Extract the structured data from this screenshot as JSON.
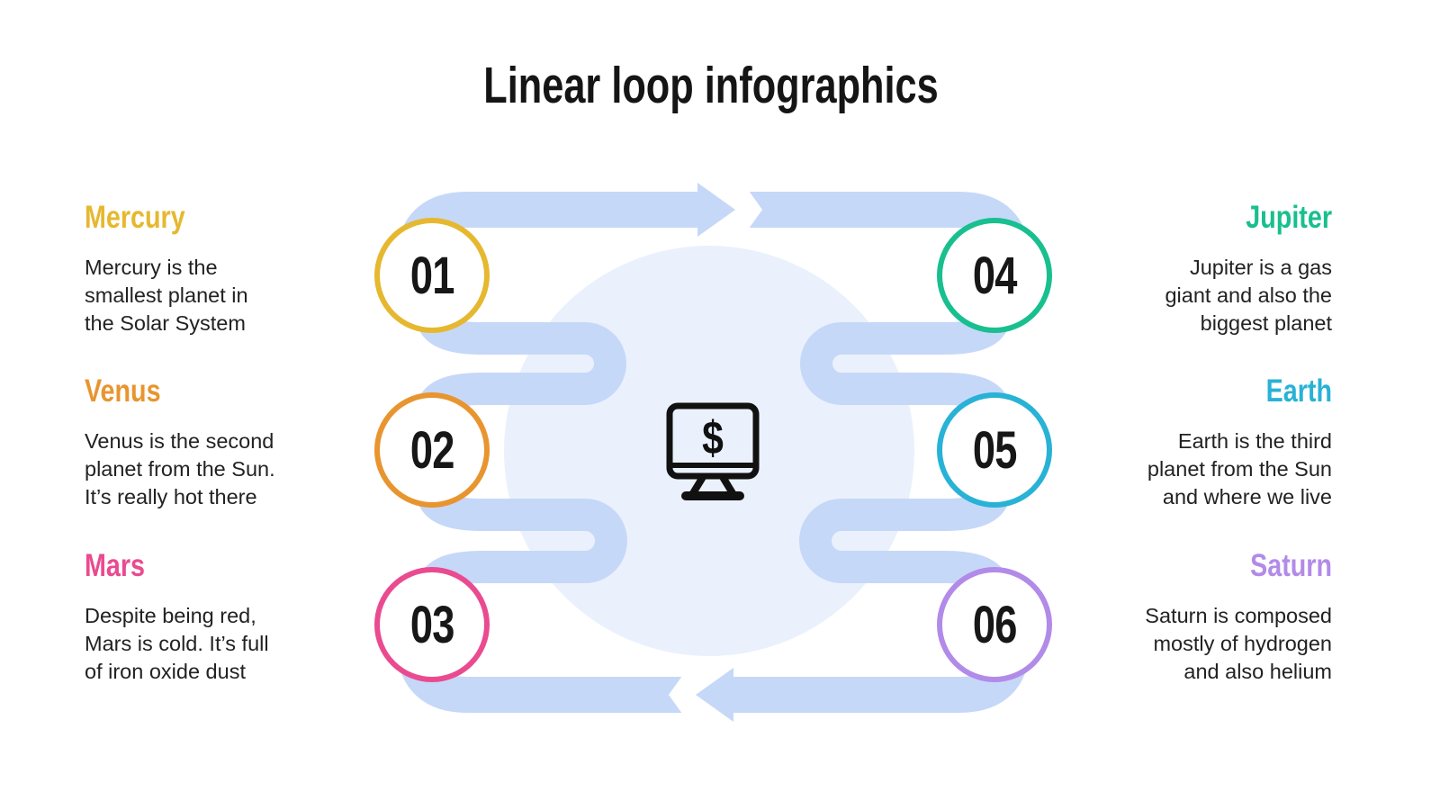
{
  "title": "Linear loop infographics",
  "palette": {
    "ribbon": "#C6D8F8",
    "ribbon_bg": "#EAF1FC",
    "title_text": "#151515",
    "body_text": "#222222",
    "icon": "#111111",
    "gap_white": "#FFFFFF"
  },
  "center_icon": {
    "name": "monitor-dollar-icon",
    "symbol": "$"
  },
  "steps": [
    {
      "number": "01",
      "planet": "Mercury",
      "color": "#E6B82F",
      "description": "Mercury is the\nsmallest planet in\nthe Solar System"
    },
    {
      "number": "02",
      "planet": "Venus",
      "color": "#E8952F",
      "description": "Venus is the second\nplanet from the Sun.\nIt’s really hot there"
    },
    {
      "number": "03",
      "planet": "Mars",
      "color": "#EA4B90",
      "description": "Despite being red,\nMars is cold. It’s full\nof iron oxide dust"
    },
    {
      "number": "04",
      "planet": "Jupiter",
      "color": "#18BF8F",
      "description": "Jupiter is a gas\ngiant and also the\nbiggest planet"
    },
    {
      "number": "05",
      "planet": "Earth",
      "color": "#28B2D6",
      "description": "Earth is the third\nplanet from the Sun\nand where we live"
    },
    {
      "number": "06",
      "planet": "Saturn",
      "color": "#B28BE9",
      "description": "Saturn is composed\nmostly of hydrogen\nand also helium"
    }
  ]
}
